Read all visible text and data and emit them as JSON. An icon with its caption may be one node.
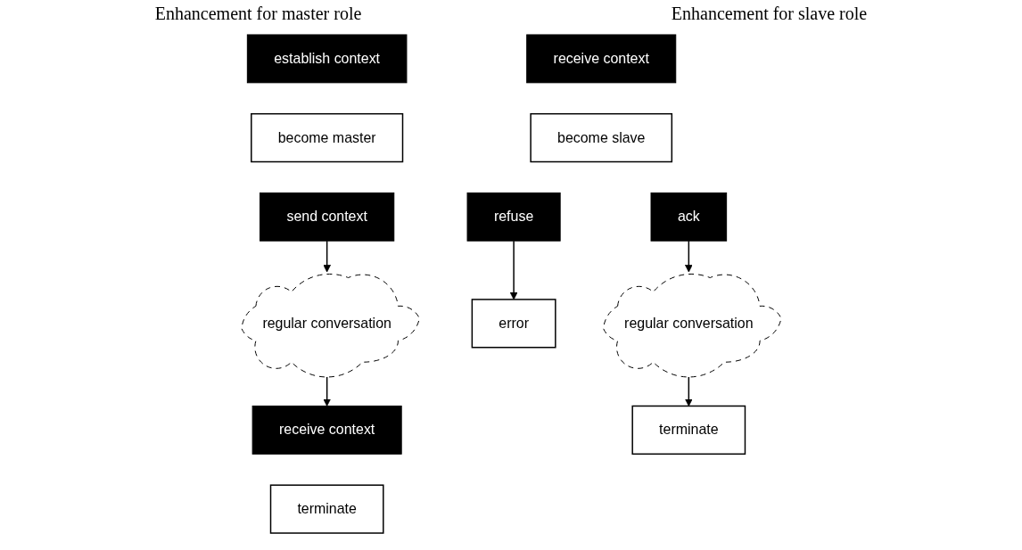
{
  "diagram": {
    "nodes": [
      {
        "text": [
          "establish context"
        ]
      },
      {
        "text": [
          "become master"
        ]
      },
      {
        "text": [
          "send context"
        ]
      },
      {
        "text": [
          "regular conversation"
        ]
      },
      {
        "text": [
          "receive context"
        ]
      },
      {
        "text": [
          "terminate"
        ]
      },
      {
        "text": [
          "receive context"
        ]
      },
      {
        "text": [
          "become slave"
        ]
      },
      {
        "text": [
          "refuse"
        ]
      },
      {
        "text": [
          "ack"
        ]
      },
      {
        "text": [
          "error"
        ]
      },
      {
        "text": [
          "terminate"
        ]
      },
      {
        "text": [
          "regular conversation"
        ]
      }
    ],
    "edges": [
      {
        "from": 2,
        "to": 3,
        "arrow": "to"
      },
      {
        "from": 3,
        "to": 4,
        "arrow": "to"
      },
      {
        "from": 8,
        "to": 10,
        "arrow": "to"
      },
      {
        "from": 9,
        "to": 12,
        "arrow": "to"
      },
      {
        "from": 12,
        "to": 11,
        "arrow": "to"
      }
    ],
    "labels": [
      "Enhancement for master role",
      "Enhancement for slave role"
    ]
  }
}
